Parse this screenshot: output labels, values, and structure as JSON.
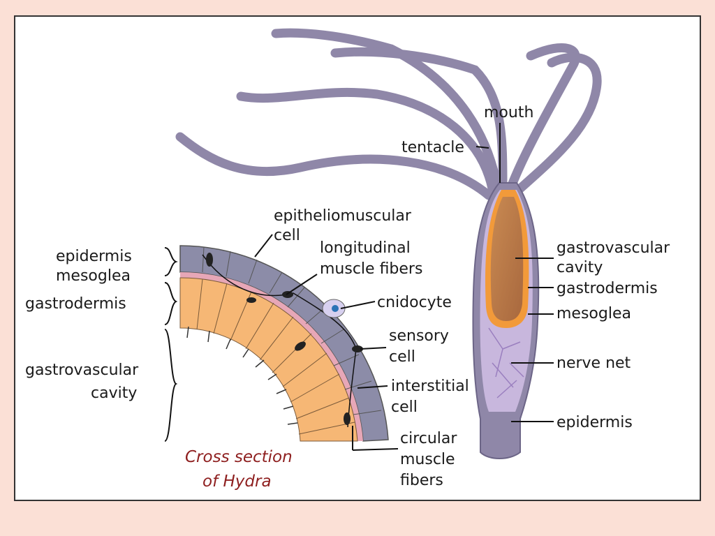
{
  "labels": {
    "mouth": "mouth",
    "tentacle": "tentacle",
    "epitheliomuscular_1": "epitheliomuscular",
    "epitheliomuscular_2": "cell",
    "epidermis_left": "epidermis",
    "mesoglea_left": "mesoglea",
    "gastrodermis_left": "gastrodermis",
    "gastrovascular_left_1": "gastrovascular",
    "gastrovascular_left_2": "cavity",
    "longitudinal_1": "longitudinal",
    "longitudinal_2": "muscle fibers",
    "cnidocyte": "cnidocyte",
    "sensory_1": "sensory",
    "sensory_2": "cell",
    "interstitial_1": "interstitial",
    "interstitial_2": "cell",
    "circular_1": "circular",
    "circular_2": "muscle",
    "circular_3": "fibers",
    "gastrovascular_right_1": "gastrovascular",
    "gastrovascular_right_2": "cavity",
    "gastrodermis_right": "gastrodermis",
    "mesoglea_right": "mesoglea",
    "nerve_net": "nerve net",
    "epidermis_right": "epidermis"
  },
  "caption": {
    "line1": "Cross section",
    "line2": "of Hydra"
  }
}
